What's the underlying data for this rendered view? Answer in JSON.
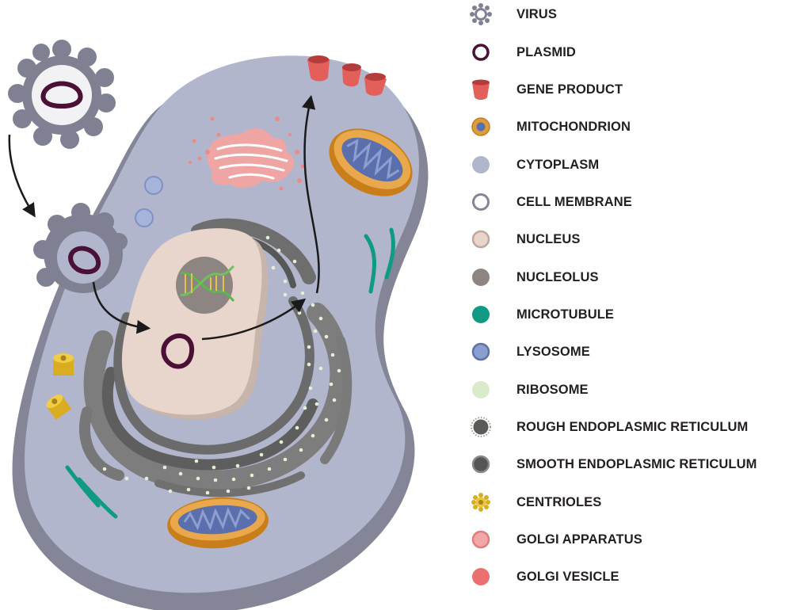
{
  "colors": {
    "virus": "#7f8193",
    "plasmid": "#4b1035",
    "gene_product": "#e35f5a",
    "mitochondrion_outer": "#dd9b3a",
    "mitochondrion_inner": "#5a6fab",
    "cytoplasm": "#b1b6cc",
    "cell_membrane": "#848698",
    "nucleus": "#e8d5cb",
    "nucleolus": "#8d8581",
    "microtubule": "#0f9a84",
    "lysosome": "#8b9fcf",
    "ribosome": "#d9ebca",
    "rough_er": "#5b5b5b",
    "smooth_er": "#6a6a6a",
    "centrioles": "#e8c73a",
    "golgi_apparatus": "#f2a8a8",
    "golgi_vesicle": "#ec6f6f"
  },
  "legend": [
    {
      "label": "VIRUS",
      "icon": "virus-icon"
    },
    {
      "label": "PLASMID",
      "icon": "plasmid-icon"
    },
    {
      "label": "GENE PRODUCT",
      "icon": "gene-product-icon"
    },
    {
      "label": "MITOCHONDRION",
      "icon": "mitochondrion-icon"
    },
    {
      "label": "CYTOPLASM",
      "icon": "cytoplasm-icon"
    },
    {
      "label": "CELL MEMBRANE",
      "icon": "cell-membrane-icon"
    },
    {
      "label": "NUCLEUS",
      "icon": "nucleus-icon"
    },
    {
      "label": "NUCLEOLUS",
      "icon": "nucleolus-icon"
    },
    {
      "label": "MICROTUBULE",
      "icon": "microtubule-icon"
    },
    {
      "label": "LYSOSOME",
      "icon": "lysosome-icon"
    },
    {
      "label": "RIBOSOME",
      "icon": "ribosome-icon"
    },
    {
      "label": "ROUGH ENDOPLASMIC RETICULUM",
      "icon": "rough-er-icon"
    },
    {
      "label": "SMOOTH ENDOPLASMIC RETICULUM",
      "icon": "smooth-er-icon"
    },
    {
      "label": "CENTRIOLES",
      "icon": "centrioles-icon"
    },
    {
      "label": "GOLGI APPARATUS",
      "icon": "golgi-apparatus-icon"
    },
    {
      "label": "GOLGI VESICLE",
      "icon": "golgi-vesicle-icon"
    }
  ]
}
